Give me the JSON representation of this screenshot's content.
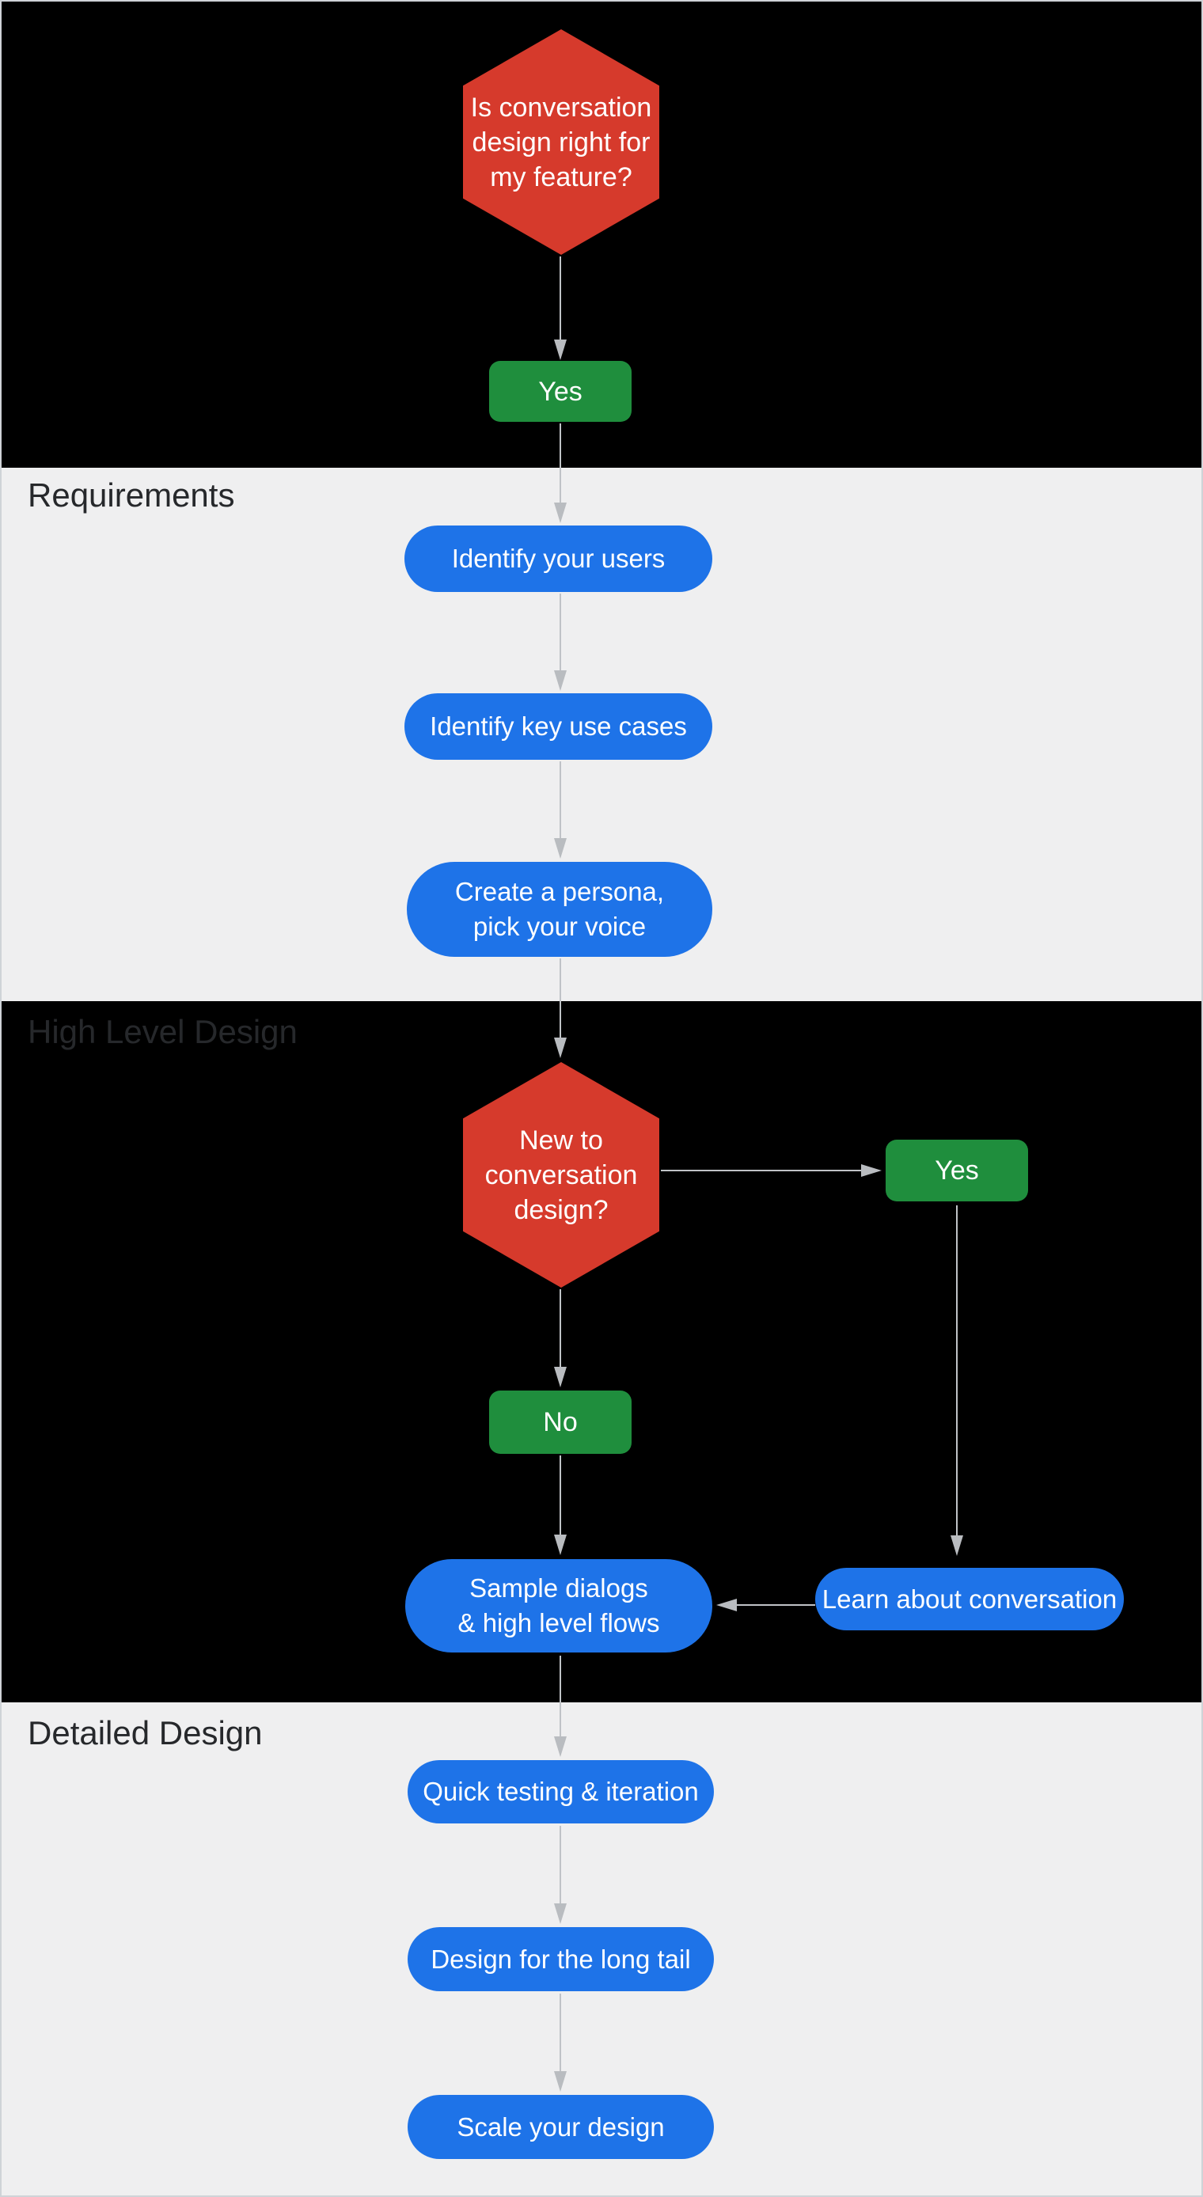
{
  "sections": [
    {
      "id": "start",
      "label": ""
    },
    {
      "id": "requirements",
      "label": "Requirements"
    },
    {
      "id": "high_level_design",
      "label": "High Level Design"
    },
    {
      "id": "detailed_design",
      "label": "Detailed Design"
    }
  ],
  "nodes": [
    {
      "id": "start-decision",
      "type": "decision",
      "label": "Is conversation\ndesign right for\nmy feature?"
    },
    {
      "id": "start-yes",
      "type": "answer",
      "label": "Yes"
    },
    {
      "id": "identify-users",
      "type": "step",
      "label": "Identify your users"
    },
    {
      "id": "identify-key-use-cases",
      "type": "step",
      "label": "Identify key use cases"
    },
    {
      "id": "create-persona",
      "type": "step",
      "label": "Create a persona,\npick your voice"
    },
    {
      "id": "new-to-conversation-design",
      "type": "decision",
      "label": "New to\nconversation\ndesign?"
    },
    {
      "id": "new-yes",
      "type": "answer",
      "label": "Yes"
    },
    {
      "id": "new-no",
      "type": "answer",
      "label": "No"
    },
    {
      "id": "sample-dialogs",
      "type": "step",
      "label": "Sample dialogs\n& high level flows"
    },
    {
      "id": "learn-about-conversation",
      "type": "step",
      "label": "Learn about conversation"
    },
    {
      "id": "quick-testing",
      "type": "step",
      "label": "Quick testing & iteration"
    },
    {
      "id": "design-long-tail",
      "type": "step",
      "label": "Design for the long tail"
    },
    {
      "id": "scale-your-design",
      "type": "step",
      "label": "Scale your design"
    }
  ],
  "colors": {
    "decision_red": "#d63a2c",
    "answer_green": "#1f8e3d",
    "step_blue": "#1e73e8",
    "connector_gray": "#bfc2c6",
    "section_dark": "#000000",
    "section_light": "#efeff0",
    "label_text": "#26282b",
    "node_text": "#ffffff"
  }
}
